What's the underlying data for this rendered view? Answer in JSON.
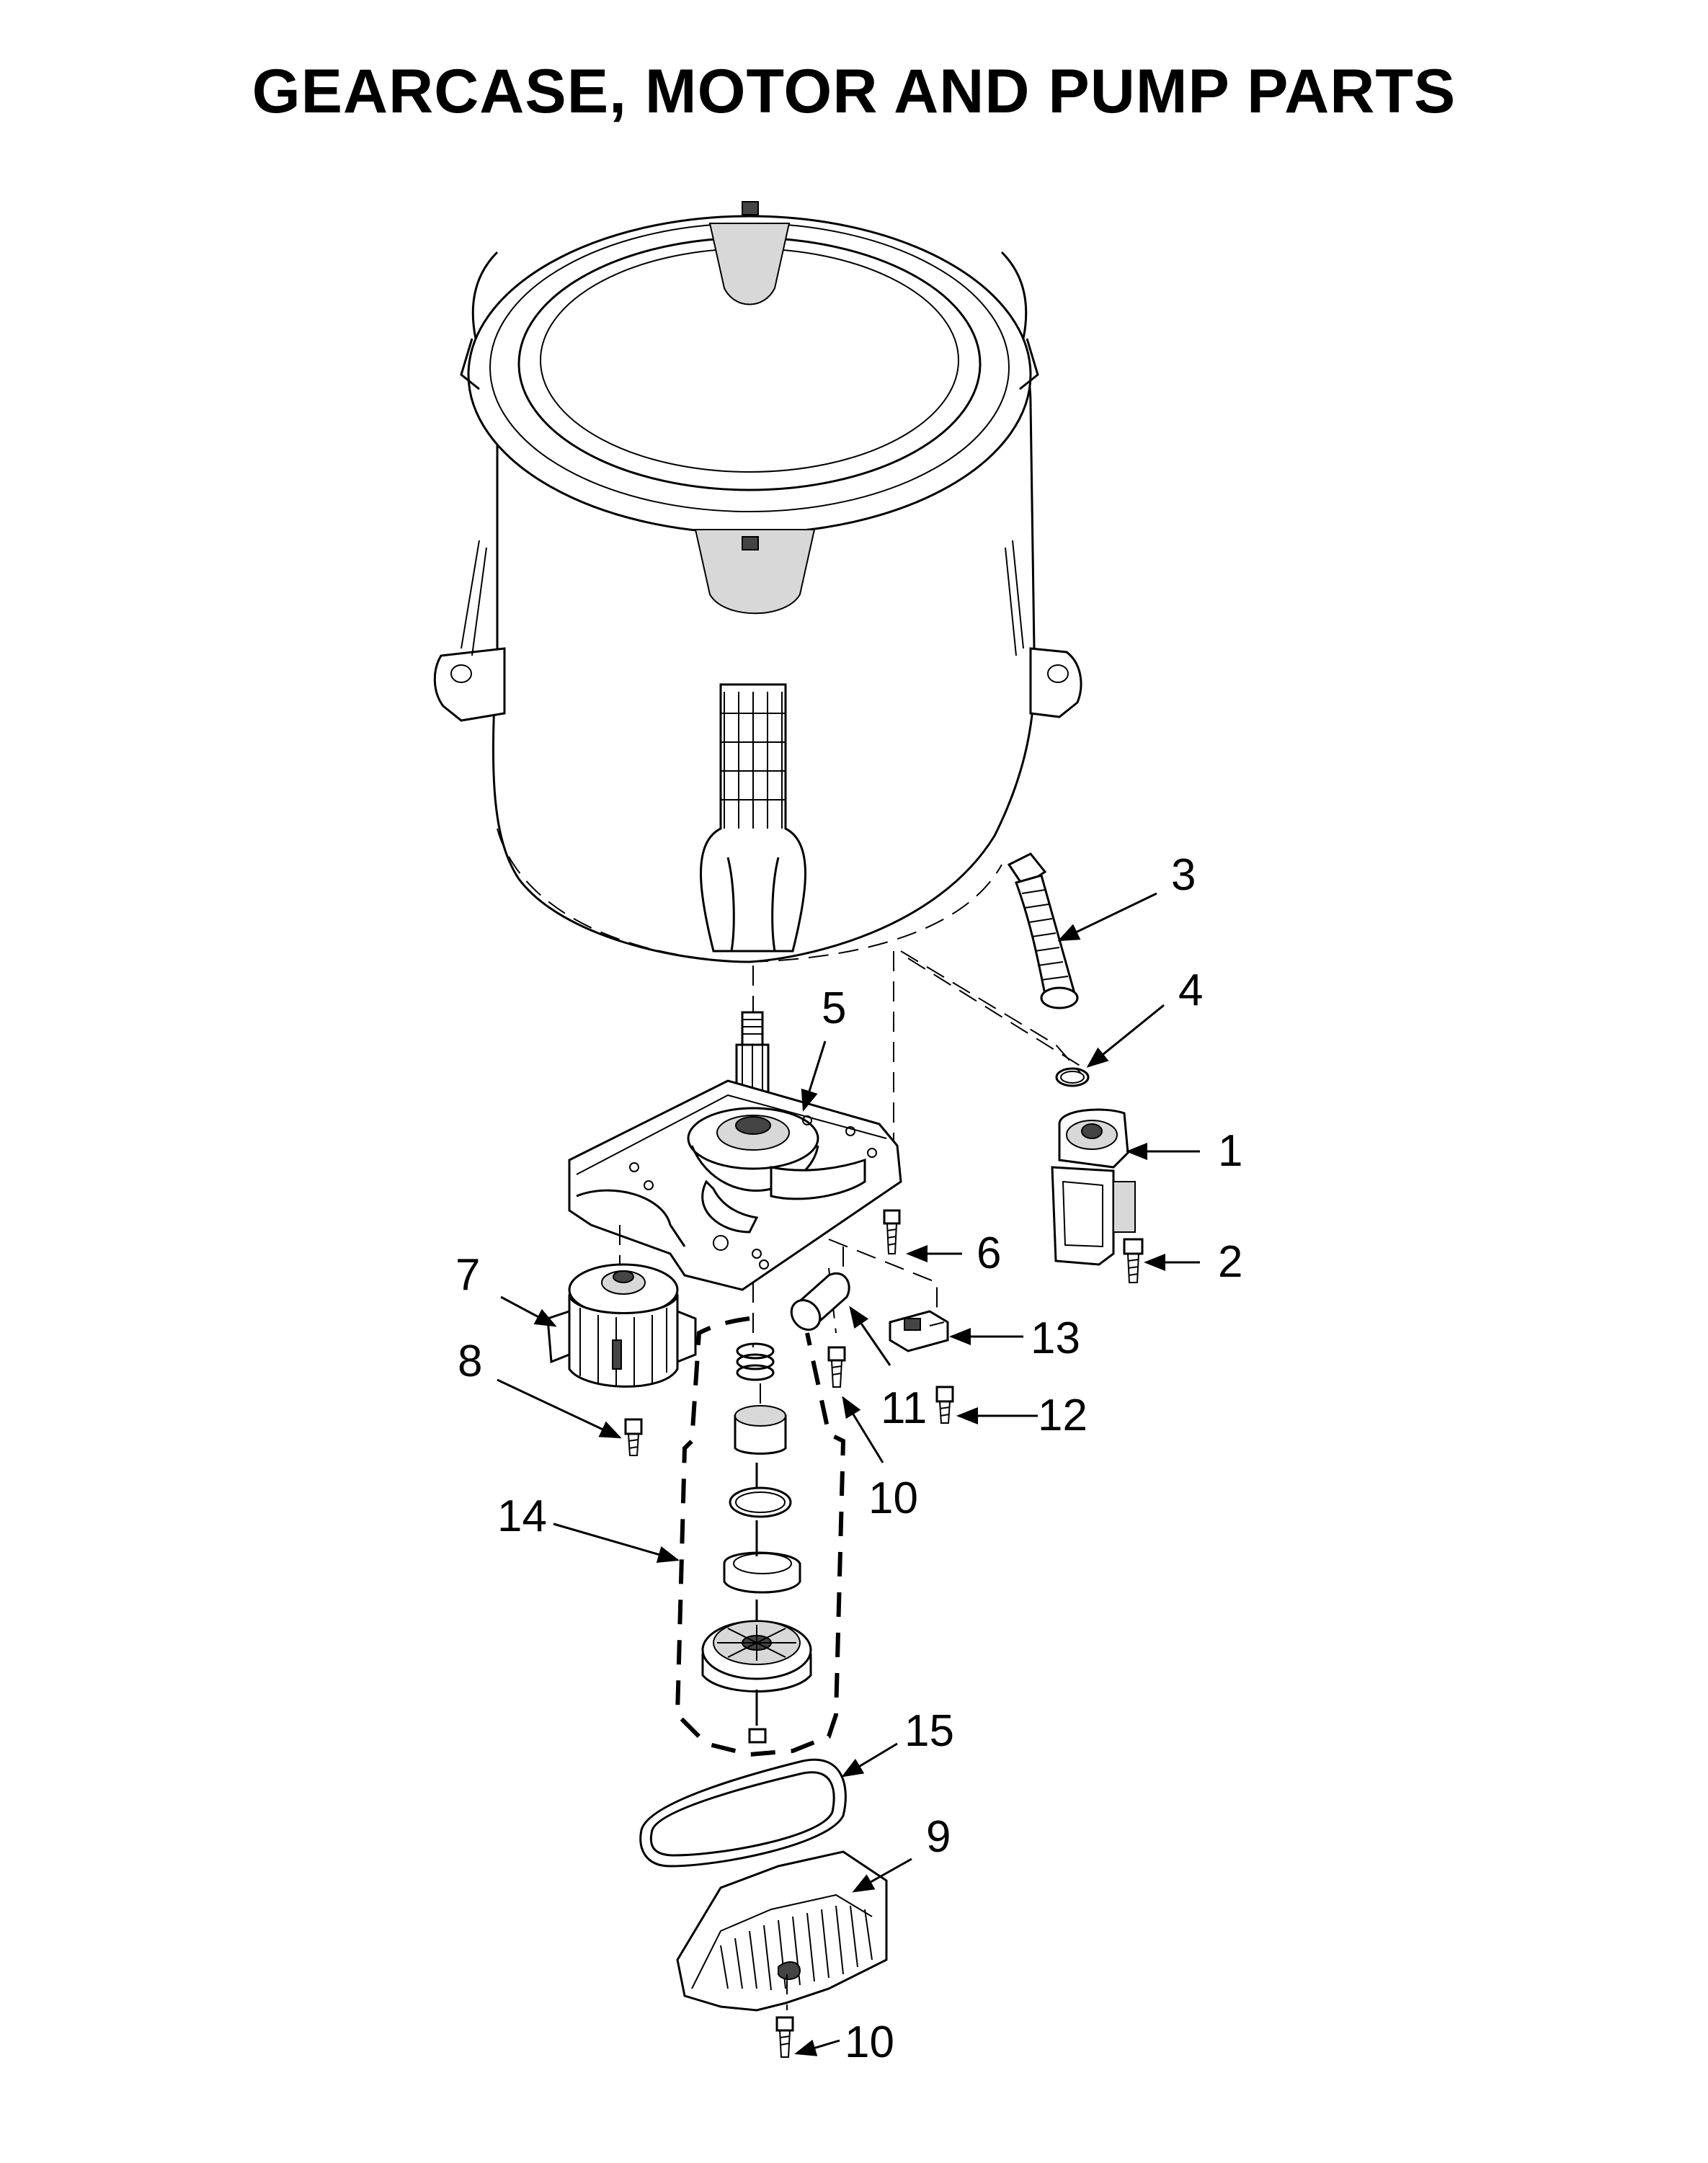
{
  "title": "GEARCASE, MOTOR AND PUMP PARTS",
  "callouts": [
    {
      "number": "1"
    },
    {
      "number": "2"
    },
    {
      "number": "3"
    },
    {
      "number": "4"
    },
    {
      "number": "5"
    },
    {
      "number": "6"
    },
    {
      "number": "7"
    },
    {
      "number": "8"
    },
    {
      "number": "9"
    },
    {
      "number": "10"
    },
    {
      "number": "10"
    },
    {
      "number": "11"
    },
    {
      "number": "12"
    },
    {
      "number": "13"
    },
    {
      "number": "14"
    },
    {
      "number": "15"
    }
  ]
}
